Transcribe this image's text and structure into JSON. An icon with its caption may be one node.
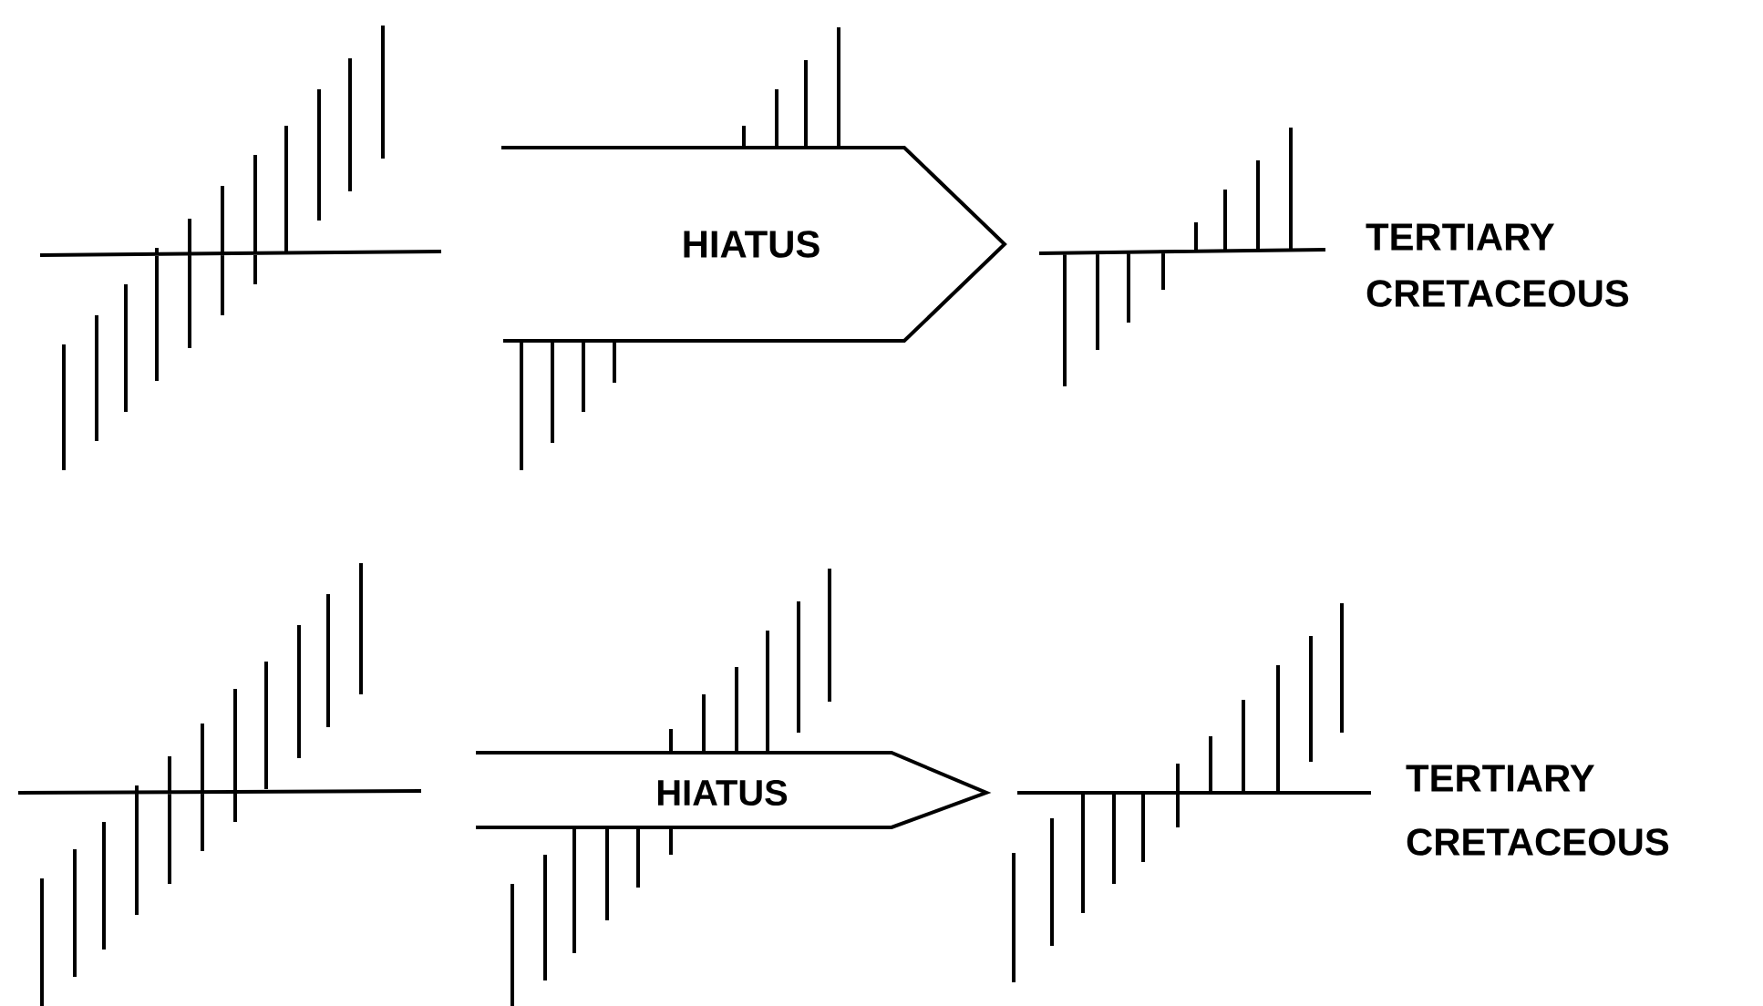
{
  "diagram": {
    "nodes": [
      {
        "text": [
          "HIATUS"
        ]
      },
      {
        "text": [
          "HIATUS"
        ]
      }
    ],
    "labels": [
      "TERTIARY",
      "CRETACEOUS",
      "TERTIARY",
      "CRETACEOUS"
    ]
  }
}
